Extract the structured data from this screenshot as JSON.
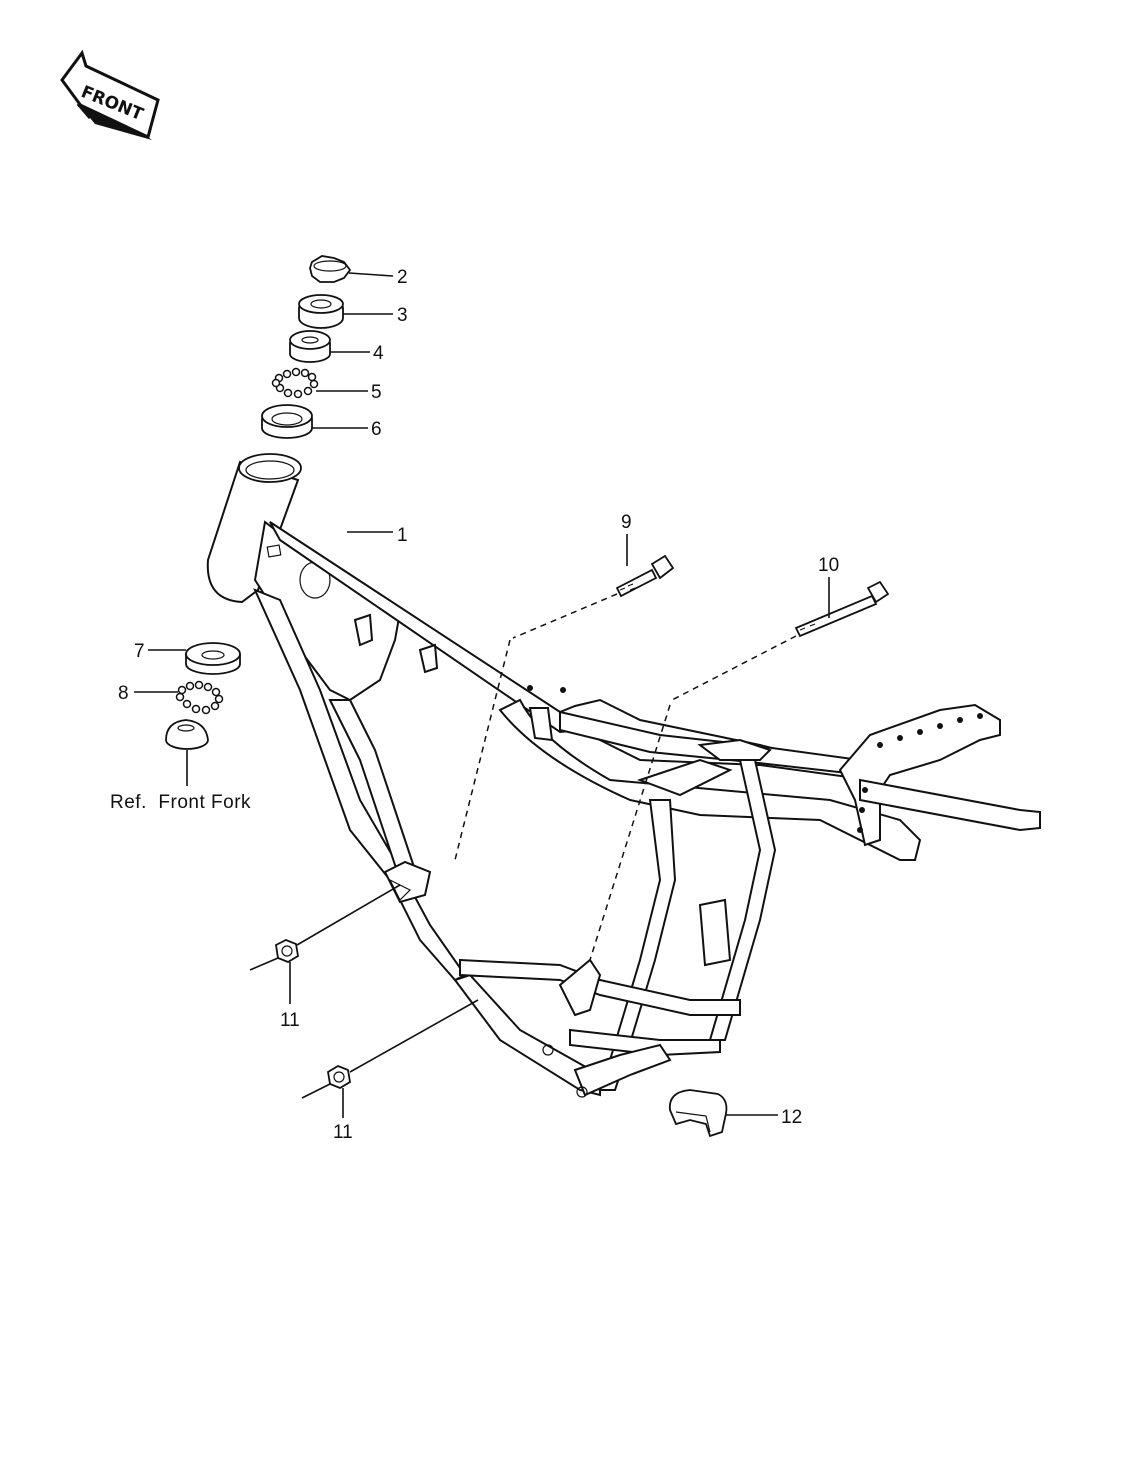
{
  "front_arrow": {
    "label": "FRONT",
    "icon": "front-direction-arrow-icon"
  },
  "callouts": [
    {
      "id": "1",
      "label": "1"
    },
    {
      "id": "2",
      "label": "2"
    },
    {
      "id": "3",
      "label": "3"
    },
    {
      "id": "4",
      "label": "4"
    },
    {
      "id": "5",
      "label": "5"
    },
    {
      "id": "6",
      "label": "6"
    },
    {
      "id": "7",
      "label": "7"
    },
    {
      "id": "8",
      "label": "8"
    },
    {
      "id": "9",
      "label": "9"
    },
    {
      "id": "10",
      "label": "10"
    },
    {
      "id": "11a",
      "label": "11"
    },
    {
      "id": "11b",
      "label": "11"
    },
    {
      "id": "12",
      "label": "12"
    }
  ],
  "reference": {
    "label": "Ref.  Front Fork"
  },
  "colors": {
    "ink": "#111111",
    "paper": "#ffffff"
  }
}
